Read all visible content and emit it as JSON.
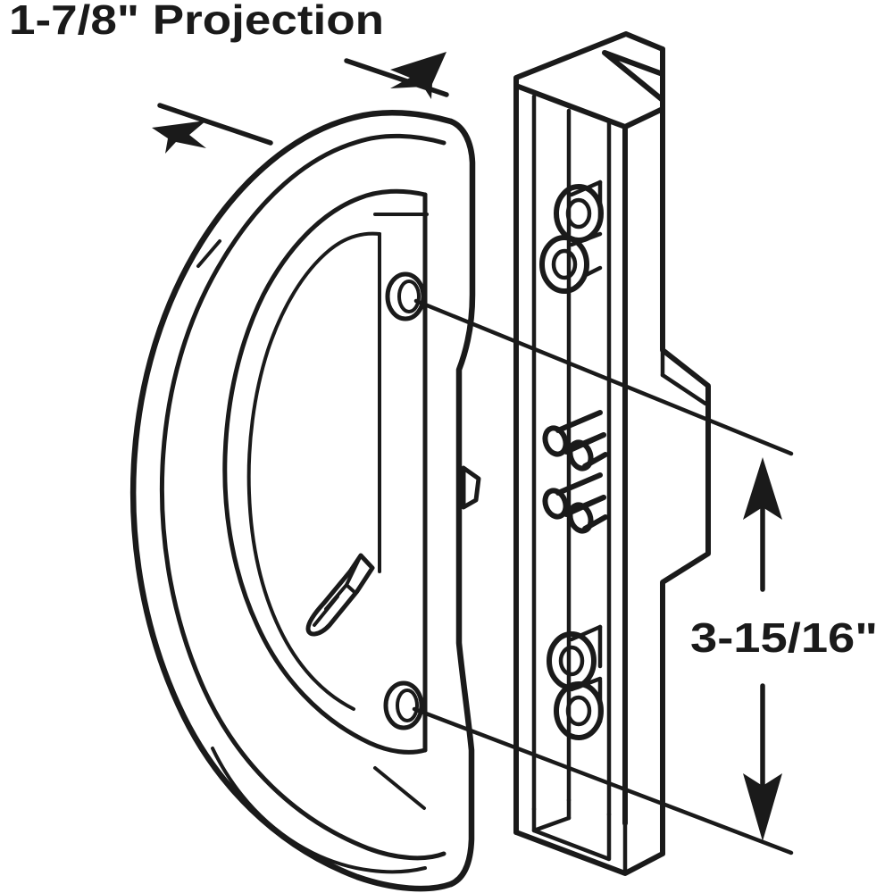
{
  "diagram": {
    "kind": "technical-line-drawing",
    "subject": "sliding glass door handle set with mounting back plate",
    "line_color": "#1a1a1a",
    "background_color": "#ffffff"
  },
  "labels": {
    "projection_dimension": "1-7/8\" Projection",
    "hole_spacing_dimension": "3-15/16\""
  },
  "annotations": {
    "projection_arrow_left": "arrow-pointing-right",
    "projection_arrow_right": "arrow-pointing-left",
    "vertical_arrow_top": "arrow-pointing-up",
    "vertical_arrow_bottom": "arrow-pointing-down",
    "leader_line_top": "from-upper-screw-hole-to-dimension",
    "leader_line_bottom": "from-lower-screw-hole-to-dimension"
  },
  "parts": {
    "handle": {
      "name": "D-shaped pull handle",
      "features": [
        "outer-contour",
        "inner-recess-panel",
        "upper-screw-hole",
        "lower-screw-hole",
        "thumb-latch-lever",
        "side-tab"
      ]
    },
    "back_plate": {
      "name": "isometric mounting back plate",
      "features": [
        "notched-top",
        "upper-boss-pair",
        "upper-post-pair",
        "lower-post-pair",
        "lower-boss-pair",
        "open-box-bottom",
        "stepped-right-edge"
      ]
    }
  }
}
